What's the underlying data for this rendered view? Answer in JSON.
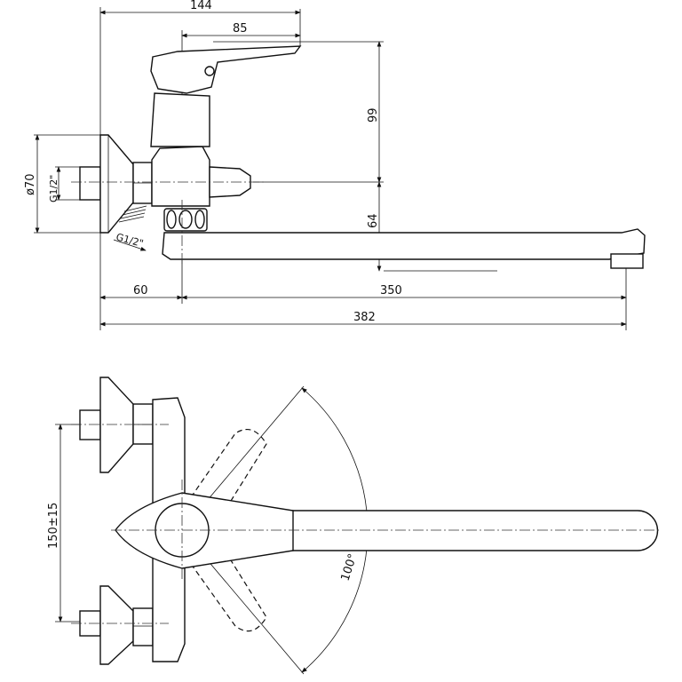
{
  "dimensions": {
    "overall_depth": "144",
    "lever_depth": "85",
    "height_upper": "99",
    "height_lower": "64",
    "escutcheon_diameter": "ø70",
    "thread_inlet": "G1/2\"",
    "thread_side": "G1/2\"",
    "wall_to_spout": "60",
    "spout_length": "350",
    "total_length": "382",
    "inlet_spacing": "150±15",
    "lever_rotation": "100°"
  }
}
